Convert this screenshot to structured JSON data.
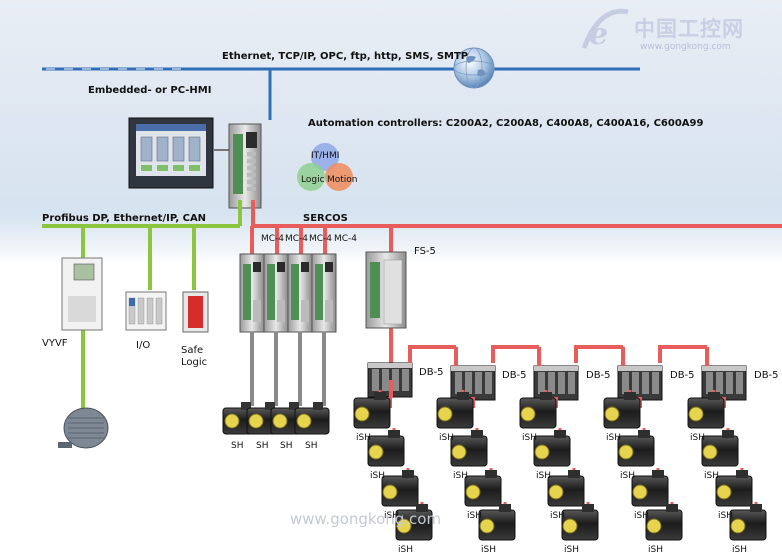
{
  "title": "Ethernet, TCP/IP, OPC, ftp, http, SMS, SMTP",
  "hmi_label": "Embedded- or PC-HMI",
  "controllers_label": "Automation controllers: C200A2, C200A8, C400A8, C400A16, C600A99",
  "venn": {
    "top": "IT/HMI",
    "left": "Logic",
    "right": "Motion"
  },
  "fieldbus_label": "Profibus DP, Ethernet/IP, CAN",
  "sercos_label": "SERCOS",
  "fs_label": "FS-5",
  "mc_labels": [
    "MC-4",
    "MC-4",
    "MC-4",
    "MC-4"
  ],
  "db_labels": [
    "DB-5",
    "DB-5",
    "DB-5",
    "DB-5",
    "DB-5"
  ],
  "devices": {
    "vyvf": "VYVF",
    "io": "I/O",
    "safe": "Safe\nLogic"
  },
  "sh_labels": [
    "SH",
    "SH",
    "SH",
    "SH"
  ],
  "ish_label": "iSH",
  "watermark": {
    "logo_main": "中国工控网",
    "logo_url": "www.gongkong.com",
    "bottom": "www.gongkong.com"
  },
  "colors": {
    "ethernet": "#2f6fb5",
    "fieldbus": "#8cc63f",
    "sercos": "#e85c5c",
    "motor_cable": "#8a8a8a"
  }
}
